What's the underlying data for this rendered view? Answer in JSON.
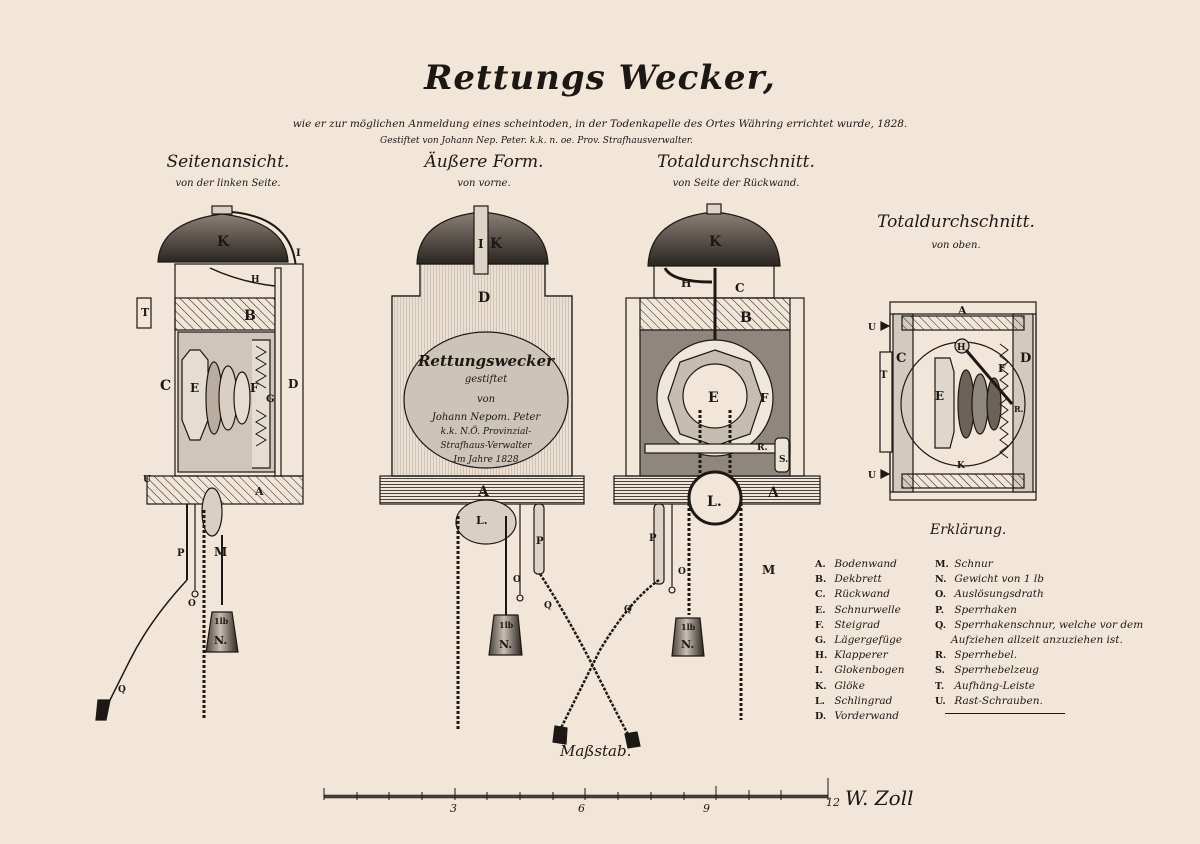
{
  "header": {
    "title": "Rettungs Wecker,",
    "subtitle": "wie er zur möglichen Anmeldung eines scheintoden, in der Todenkapelle des Ortes Währing errichtet wurde, 1828.",
    "credit": "Gestiftet von Johann Nep. Peter. k.k. n. oe. Prov. Strafhausverwalter."
  },
  "views": [
    {
      "title": "Seitenansicht.",
      "subtitle": "von der linken Seite."
    },
    {
      "title": "Äußere Form.",
      "subtitle": "von vorne."
    },
    {
      "title": "Totaldurchschnitt.",
      "subtitle": "von Seite der Rückwand."
    },
    {
      "title": "Totaldurchschnitt.",
      "subtitle": "von oben."
    }
  ],
  "plaque": {
    "lines": [
      "Rettungswecker",
      "gestiftet",
      "von",
      "Johann Nepom. Peter",
      "k.k. N.Ö. Provinzial-",
      "Strafhaus-Verwalter",
      "Im Jahre 1828"
    ]
  },
  "labels": {
    "A": "A",
    "B": "B",
    "C": "C",
    "D": "D",
    "E": "E",
    "F": "F",
    "G": "G",
    "H": "H",
    "I": "I",
    "K": "K",
    "L": "L.",
    "M": "M",
    "N": "N.",
    "O": "O",
    "P": "P",
    "Q": "Q",
    "R": "R.",
    "S": "S.",
    "T": "T",
    "U": "U",
    "weight_mark": "1lb"
  },
  "legend": {
    "title": "Erklärung.",
    "left": [
      {
        "key": "A.",
        "text": "Bodenwand"
      },
      {
        "key": "B.",
        "text": "Dekbrett"
      },
      {
        "key": "C.",
        "text": "Rückwand"
      },
      {
        "key": "E.",
        "text": "Schnurwelle"
      },
      {
        "key": "F.",
        "text": "Steigrad"
      },
      {
        "key": "G.",
        "text": "Lägergefüge"
      },
      {
        "key": "H.",
        "text": "Klapperer"
      },
      {
        "key": "I.",
        "text": "Glokenbogen"
      },
      {
        "key": "K.",
        "text": "Glöke"
      },
      {
        "key": "L.",
        "text": "Schlingrad"
      },
      {
        "key": "D.",
        "text": "Vorderwand"
      }
    ],
    "right": [
      {
        "key": "M.",
        "text": "Schnur"
      },
      {
        "key": "N.",
        "text": "Gewicht von 1 lb"
      },
      {
        "key": "O.",
        "text": "Auslösungsdrath"
      },
      {
        "key": "P.",
        "text": "Sperrhaken"
      },
      {
        "key": "Q.",
        "text": "Sperrhakenschnur, welche vor dem"
      },
      {
        "key": "",
        "text": "Aufziehen allzeit anzuziehen ist."
      },
      {
        "key": "R.",
        "text": "Sperrhebel."
      },
      {
        "key": "S.",
        "text": "Sperrhebelzeug"
      },
      {
        "key": "T.",
        "text": "Aufhäng-Leiste"
      },
      {
        "key": "U.",
        "text": "Rast-Schrauben."
      }
    ]
  },
  "scale": {
    "title": "Maßstab.",
    "ticks": [
      "3",
      "6",
      "9",
      "12"
    ]
  },
  "signature": "W. Zoll",
  "colors": {
    "paper": "#f1e6d8",
    "ink": "#1d1814",
    "shade": "#6b625a"
  }
}
